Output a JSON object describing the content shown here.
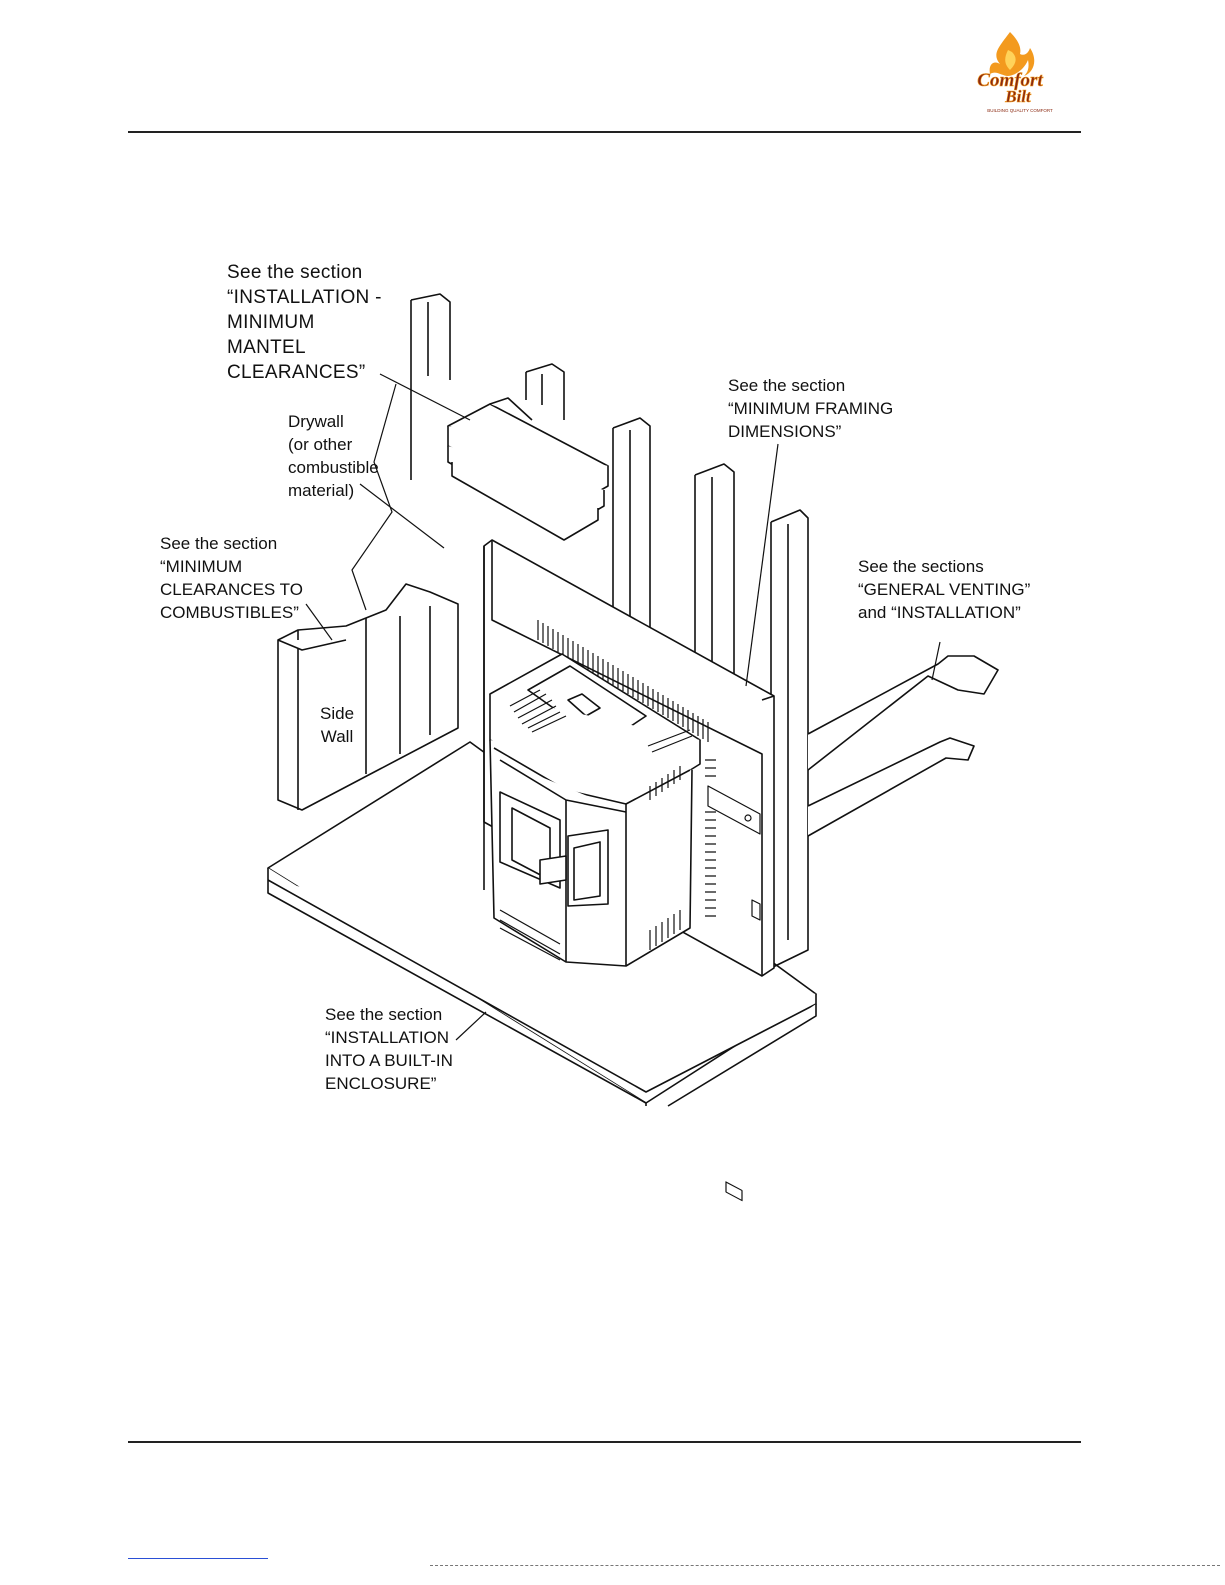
{
  "brand": {
    "logo_text_line1": "Comfort",
    "logo_text_line2": "Bilt",
    "logo_tagline": "BUILDING QUALITY COMFORT",
    "flame_color": "#f39a1e",
    "text_color": "#8b2a12"
  },
  "labels": {
    "mantel": "See the section\n“INSTALLATION -\nMINIMUM\nMANTEL\nCLEARANCES”",
    "drywall": "Drywall\n(or other\ncombustible\nmaterial)",
    "framing": "See the section\n“MINIMUM FRAMING\nDIMENSIONS”",
    "combustibles": "See the section\n“MINIMUM\nCLEARANCES TO\nCOMBUSTIBLES”",
    "venting": "See the sections\n“GENERAL VENTING”\nand “INSTALLATION”",
    "side_wall": "Side\nWall",
    "enclosure": "See the section\n“INSTALLATION\nINTO A BUILT-IN\nENCLOSURE”"
  }
}
